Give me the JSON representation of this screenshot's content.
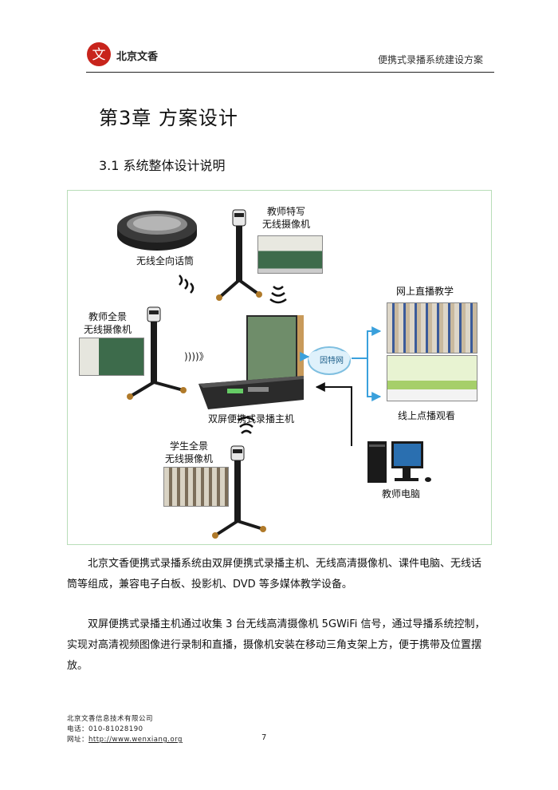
{
  "header": {
    "logo_char": "文",
    "company": "北京文香",
    "doc_title": "便携式录播系统建设方案"
  },
  "chapter_title": "第3章  方案设计",
  "section_title": "3.1 系统整体设计说明",
  "diagram": {
    "labels": {
      "mic": "无线全向话筒",
      "cam_close_line1": "教师特写",
      "cam_close_line2": "无线摄像机",
      "cam_teacher_line1": "教师全景",
      "cam_teacher_line2": "无线摄像机",
      "host": "双屏便携式录播主机",
      "cam_student_line1": "学生全景",
      "cam_student_line2": "无线摄像机",
      "live": "网上直播教学",
      "vod": "线上点播观看",
      "internet": "因特网",
      "pc": "教师电脑"
    }
  },
  "paragraphs": [
    "北京文香便携式录播系统由双屏便携式录播主机、无线高清摄像机、课件电脑、无线话筒等组成，兼容电子白板、投影机、DVD 等多媒体教学设备。",
    "双屏便携式录播主机通过收集 3 台无线高清摄像机 5GWiFi 信号，通过导播系统控制，实现对高清视频图像进行录制和直播，摄像机安装在移动三角支架上方，便于携带及位置摆放。"
  ],
  "footer": {
    "company": "北京文香信息技术有限公司",
    "phone": "电话：010-81028190",
    "website_label": "网址：",
    "website": "http://www.wenxiang.org",
    "page": "7"
  },
  "colors": {
    "accent_red": "#c8241c",
    "frame_green": "#b8ddb8",
    "arrow_blue": "#3aa0dc",
    "board_green": "#3d6b4b"
  }
}
